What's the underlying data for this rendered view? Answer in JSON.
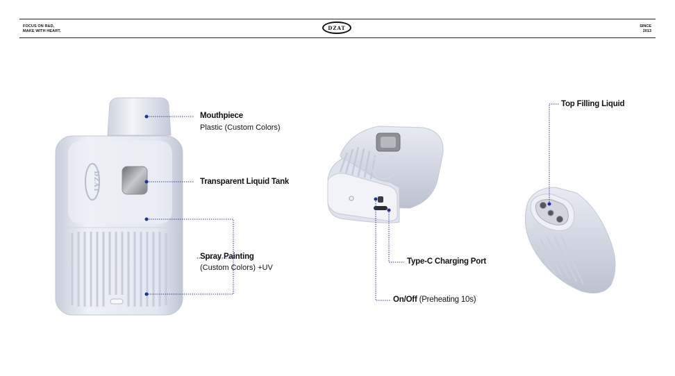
{
  "header": {
    "tagline_line1": "FOCUS ON R&D,",
    "tagline_line2": "MAKE WITH HEART.",
    "logo_text": "DZAT",
    "since_line1": "SINCE",
    "since_line2": "2013"
  },
  "device_front": {
    "logo_text": "DZAT",
    "labels": {
      "mouthpiece_title": "Mouthpiece",
      "mouthpiece_sub": "Plastic (Custom Colors)",
      "tank_title": "Transparent Liquid Tank",
      "spray_title": "Spray Painting",
      "spray_sub": "(Custom Colors) +UV"
    }
  },
  "device_bottom": {
    "labels": {
      "charging_title": "Type-C Charging Port",
      "onoff_title": "On/Off",
      "onoff_sub": "(Preheating 10s)"
    }
  },
  "device_top": {
    "labels": {
      "filling_title": "Top Filling Liquid"
    }
  },
  "colors": {
    "device_body": "#dfe3ee",
    "device_shadow": "#b9bfcd",
    "leader_line": "#2b3a9a",
    "dot": "#1f2fa8"
  }
}
